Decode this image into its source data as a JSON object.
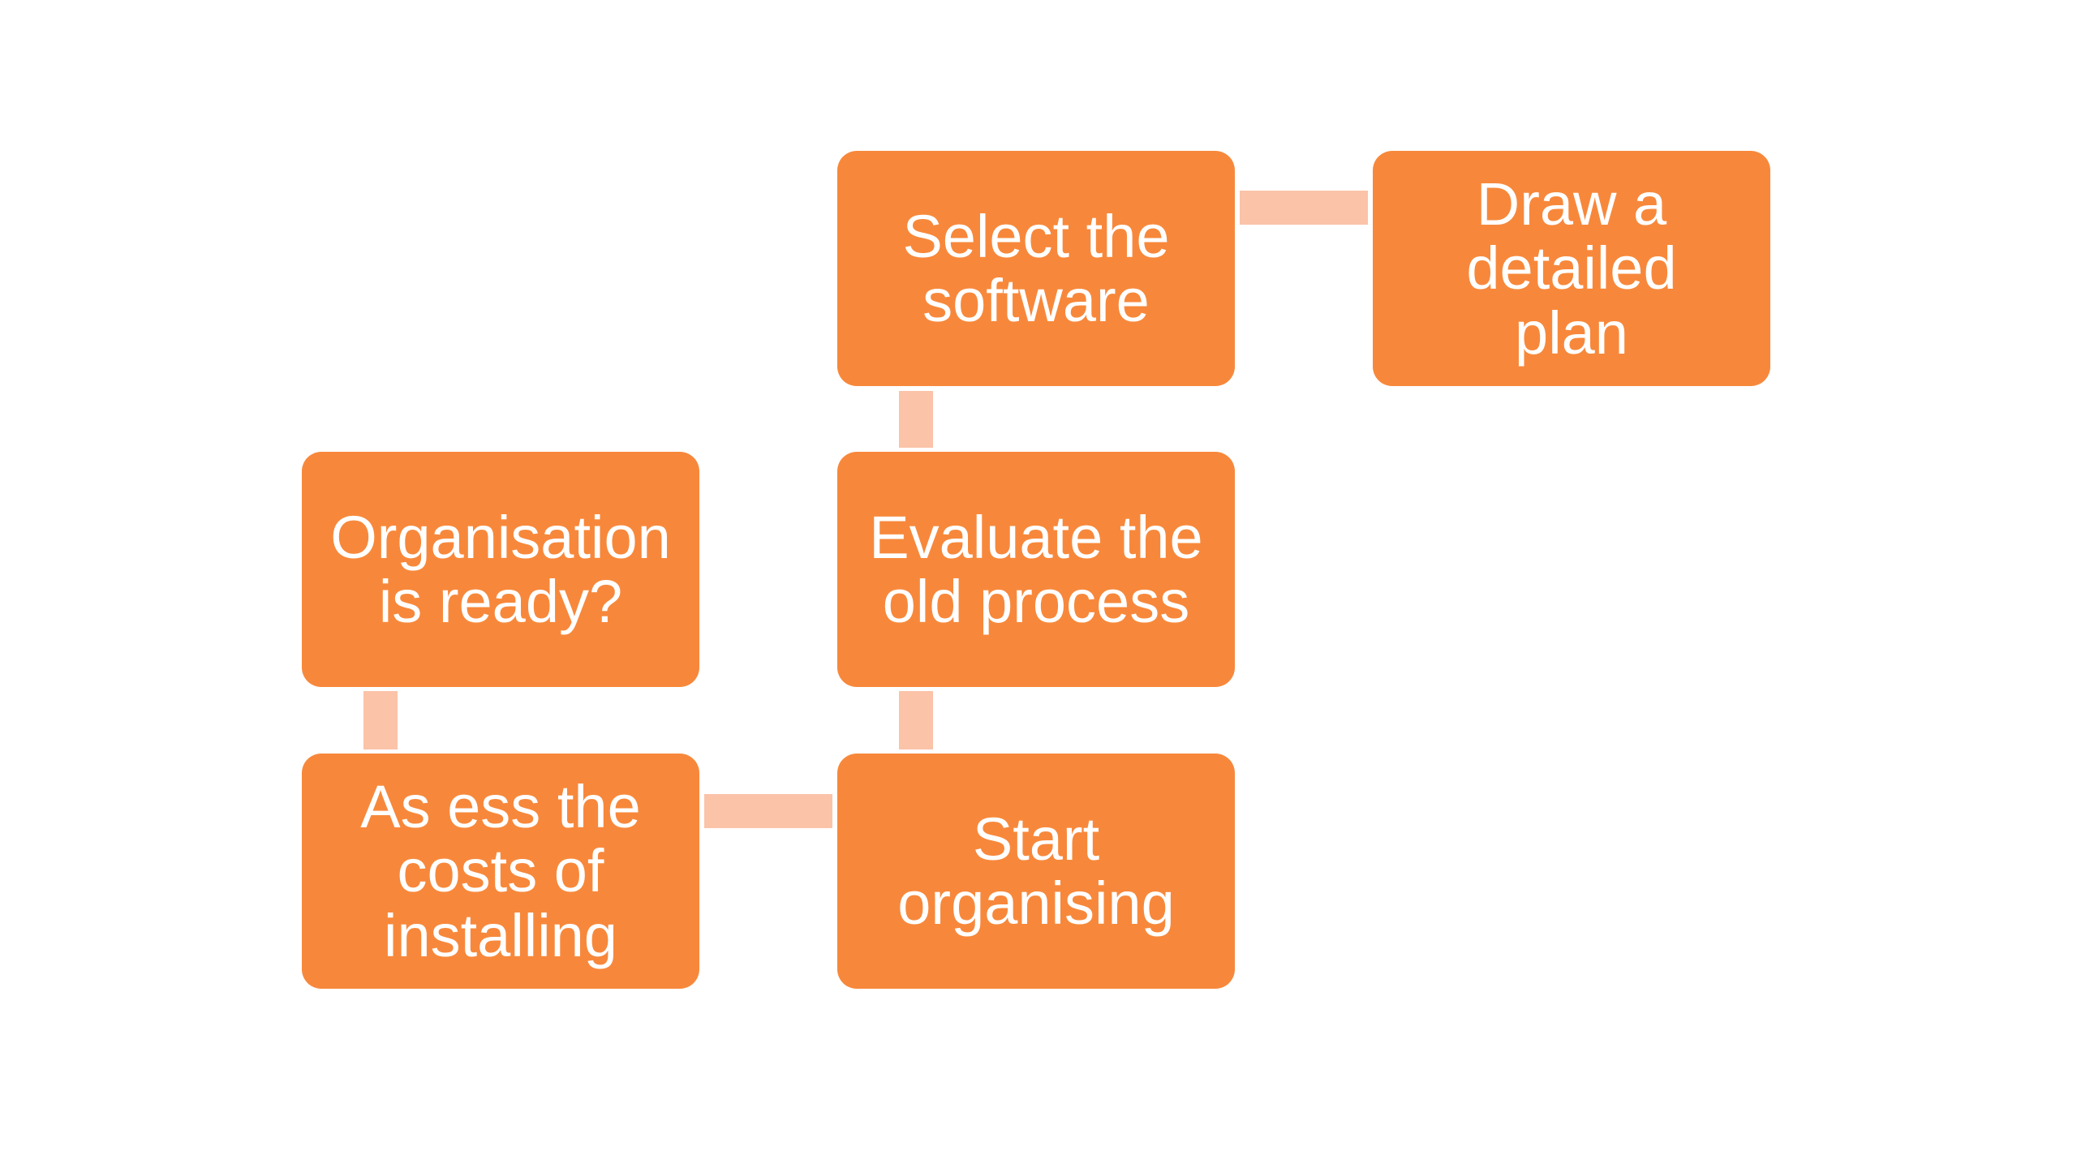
{
  "colors": {
    "box_fill": "#f7883b",
    "box_text": "#ffffff",
    "connector": "#fbc3a8",
    "background": "#ffffff"
  },
  "steps": [
    {
      "label": "Organisation\nis ready?"
    },
    {
      "label": "As  ess the\ncosts of\ninstalling"
    },
    {
      "label": "Start\norganising"
    },
    {
      "label": "Evaluate the\nold process"
    },
    {
      "label": "Select the\nsoftware"
    },
    {
      "label": "Draw a\ndetailed\nplan"
    }
  ]
}
